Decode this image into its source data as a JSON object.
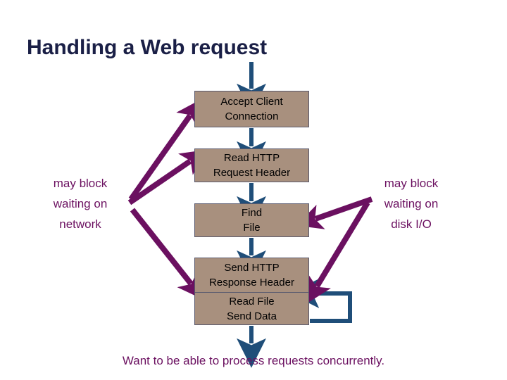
{
  "slide": {
    "title": "Handling a Web request",
    "caption": "Want to be able to process requests concurrently.",
    "background_color": "#ffffff",
    "title_color": "#1a1f46",
    "note_color": "#6b1060",
    "box_fill_color": "#a8907e",
    "box_border_color": "#5a5a6e",
    "flow_arrow_color": "#1f4e79",
    "block_arrow_color": "#6b1060"
  },
  "flow": {
    "steps": [
      {
        "id": "accept",
        "line1": "Accept Client",
        "line2": "Connection"
      },
      {
        "id": "readhdr",
        "line1": "Read HTTP",
        "line2": "Request Header"
      },
      {
        "id": "findfile",
        "line1": "Find",
        "line2": "File"
      },
      {
        "id": "sendhdr",
        "line1": "Send HTTP",
        "line2": "Response Header"
      },
      {
        "id": "readsend",
        "line1": "Read File",
        "line2": "Send Data"
      }
    ]
  },
  "annotations": {
    "network": {
      "line1": "may block",
      "line2": "waiting on",
      "line3": "network",
      "targets": [
        "accept",
        "readhdr",
        "sendhdr"
      ]
    },
    "disk": {
      "line1": "may block",
      "line2": "waiting on",
      "line3": "disk I/O",
      "targets": [
        "findfile",
        "sendhdr"
      ]
    }
  },
  "arrows": {
    "entry_top": "inbound-request-arrow",
    "exit_bottom": "outbound-response-arrow",
    "loop_back": "read-send-loop-arrow"
  }
}
